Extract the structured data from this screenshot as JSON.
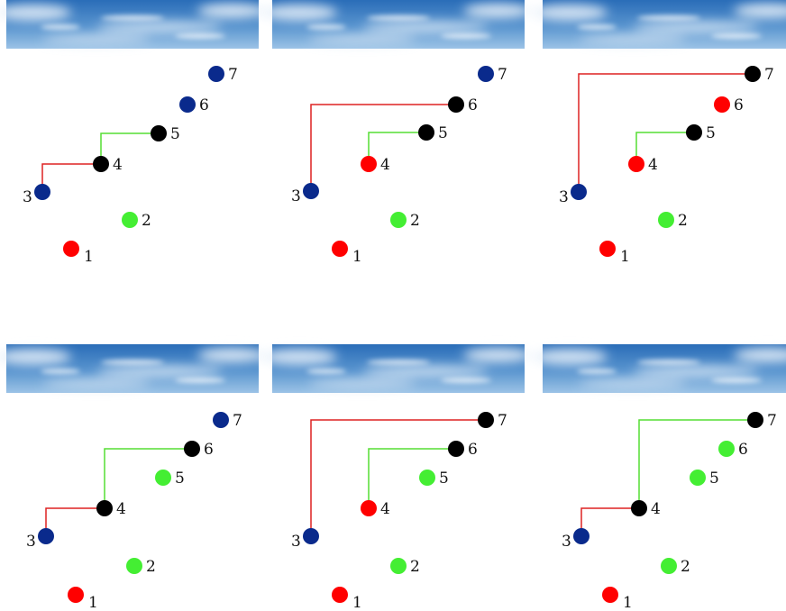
{
  "colors": {
    "red": "#ff0000",
    "green": "#44ee33",
    "blue": "#0a2a8c",
    "black": "#000000",
    "red_line": "#dd2222",
    "green_line": "#55dd33"
  },
  "panels": [
    {
      "id": "a",
      "sky_image": "sky-banner",
      "nodes": [
        {
          "label": "1",
          "color": "red"
        },
        {
          "label": "2",
          "color": "green"
        },
        {
          "label": "3",
          "color": "blue"
        },
        {
          "label": "4",
          "color": "black"
        },
        {
          "label": "5",
          "color": "black"
        },
        {
          "label": "6",
          "color": "blue"
        },
        {
          "label": "7",
          "color": "blue"
        }
      ],
      "edges": [
        {
          "from": "3",
          "to": "4",
          "color": "red_line"
        },
        {
          "from": "4",
          "to": "5",
          "color": "green_line"
        }
      ]
    },
    {
      "id": "b",
      "sky_image": "sky-banner",
      "nodes": [
        {
          "label": "1",
          "color": "red"
        },
        {
          "label": "2",
          "color": "green"
        },
        {
          "label": "3",
          "color": "blue"
        },
        {
          "label": "4",
          "color": "red"
        },
        {
          "label": "5",
          "color": "black"
        },
        {
          "label": "6",
          "color": "black"
        },
        {
          "label": "7",
          "color": "blue"
        }
      ],
      "edges": [
        {
          "from": "3",
          "to": "6",
          "color": "red_line"
        },
        {
          "from": "4",
          "to": "5",
          "color": "green_line"
        }
      ]
    },
    {
      "id": "c",
      "sky_image": "sky-banner",
      "nodes": [
        {
          "label": "1",
          "color": "red"
        },
        {
          "label": "2",
          "color": "green"
        },
        {
          "label": "3",
          "color": "blue"
        },
        {
          "label": "4",
          "color": "red"
        },
        {
          "label": "5",
          "color": "black"
        },
        {
          "label": "6",
          "color": "red"
        },
        {
          "label": "7",
          "color": "black"
        }
      ],
      "edges": [
        {
          "from": "3",
          "to": "7",
          "color": "red_line"
        },
        {
          "from": "4",
          "to": "5",
          "color": "green_line"
        }
      ]
    },
    {
      "id": "d",
      "sky_image": "sky-banner",
      "nodes": [
        {
          "label": "1",
          "color": "red"
        },
        {
          "label": "2",
          "color": "green"
        },
        {
          "label": "3",
          "color": "blue"
        },
        {
          "label": "4",
          "color": "black"
        },
        {
          "label": "5",
          "color": "green"
        },
        {
          "label": "6",
          "color": "black"
        },
        {
          "label": "7",
          "color": "blue"
        }
      ],
      "edges": [
        {
          "from": "3",
          "to": "4",
          "color": "red_line"
        },
        {
          "from": "4",
          "to": "6",
          "color": "green_line"
        }
      ]
    },
    {
      "id": "e",
      "sky_image": "sky-banner",
      "nodes": [
        {
          "label": "1",
          "color": "red"
        },
        {
          "label": "2",
          "color": "green"
        },
        {
          "label": "3",
          "color": "blue"
        },
        {
          "label": "4",
          "color": "red"
        },
        {
          "label": "5",
          "color": "green"
        },
        {
          "label": "6",
          "color": "black"
        },
        {
          "label": "7",
          "color": "black"
        }
      ],
      "edges": [
        {
          "from": "3",
          "to": "7",
          "color": "red_line"
        },
        {
          "from": "4",
          "to": "6",
          "color": "green_line"
        }
      ]
    },
    {
      "id": "f",
      "sky_image": "sky-banner",
      "nodes": [
        {
          "label": "1",
          "color": "red"
        },
        {
          "label": "2",
          "color": "green"
        },
        {
          "label": "3",
          "color": "blue"
        },
        {
          "label": "4",
          "color": "black"
        },
        {
          "label": "5",
          "color": "green"
        },
        {
          "label": "6",
          "color": "green"
        },
        {
          "label": "7",
          "color": "black"
        }
      ],
      "edges": [
        {
          "from": "3",
          "to": "4",
          "color": "red_line"
        },
        {
          "from": "4",
          "to": "7",
          "color": "green_line"
        }
      ]
    }
  ]
}
